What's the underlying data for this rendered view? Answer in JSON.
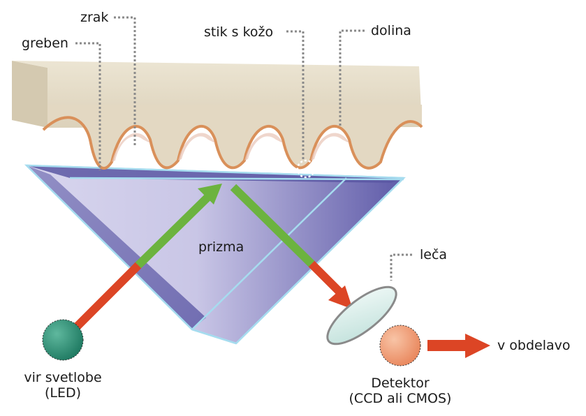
{
  "labels": {
    "zrak": "zrak",
    "greben": "greben",
    "stik": "stik s kožo",
    "dolina": "dolina",
    "prizma": "prizma",
    "leca": "leča",
    "vir_line1": "vir svetlobe",
    "vir_line2": "(LED)",
    "det_line1": "Detektor",
    "det_line2": "(CCD ali CMOS)",
    "obdelavo": "v obdelavo"
  },
  "colors": {
    "skin": "#e5dcc8",
    "skin_edge": "#d9905a",
    "prism_light": "#d4d2ec",
    "prism_dark": "#5a56a4",
    "prism_edge": "#a6dcef",
    "red_beam": "#dc4525",
    "green_beam": "#6cb33f",
    "led": "#2e8a72",
    "lens": "#d6ece8",
    "detector": "#ee9a72",
    "leader": "#888888"
  }
}
